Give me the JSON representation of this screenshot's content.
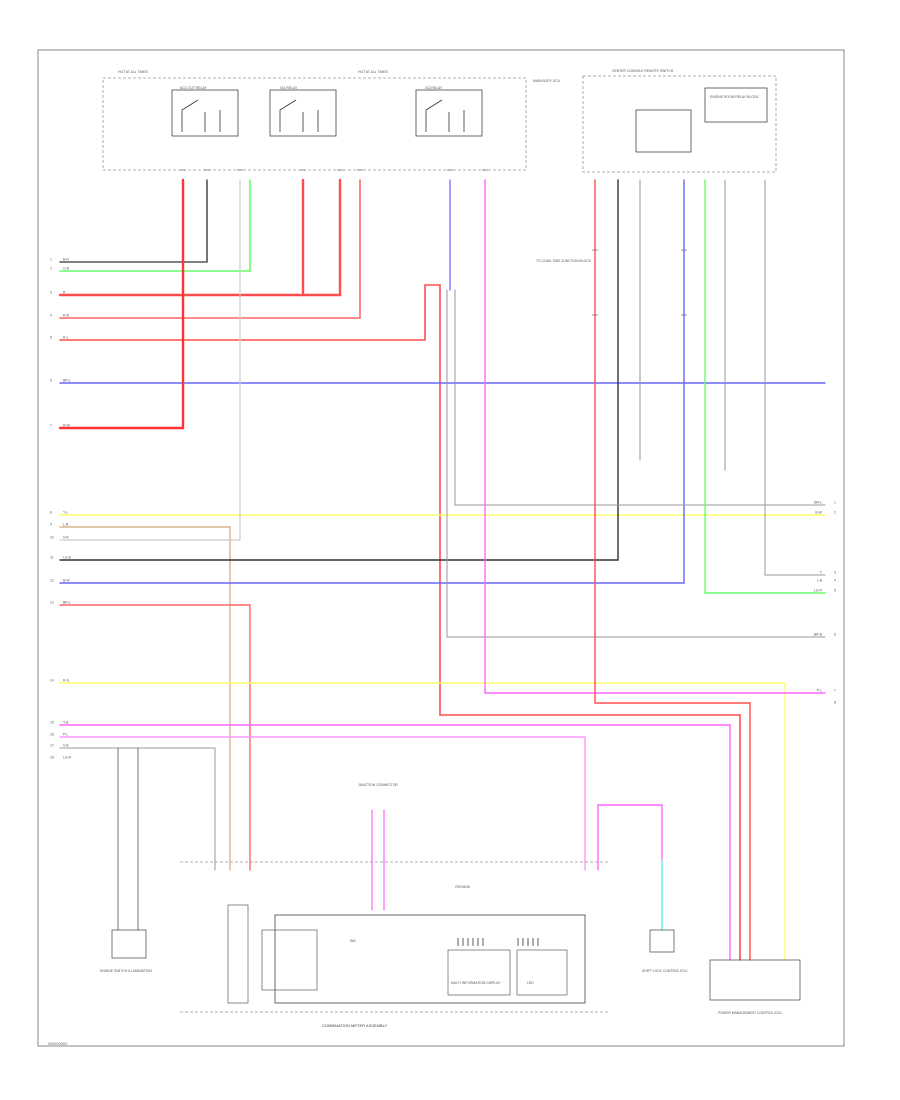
{
  "page": {
    "footer_code": "W0000000"
  },
  "diagram": {
    "top_labels": {
      "hot_at_all_times_left": "HOT AT ALL TIMES",
      "hot_at_all_times_mid": "HOT AT ALL TIMES",
      "relay_1": "ACC CUT RELAY",
      "relay_2": "IG1 RELAY",
      "relay_3": "IG2 RELAY",
      "fuse_block": "MAIN BODY ECU",
      "remote_box": "CENTER CONSOLE REMOTE SWITCH",
      "ecu_box": "ENGINE ROOM RELAY BLOCK",
      "cowl_note": "TO COWL SIDE JUNCTION BLOCK"
    },
    "bottom_labels": {
      "left_component": "ENGINE SWITCH ILLUMINATION",
      "mid_connector": "JUNCTION CONNECTOR",
      "mid_bus": "GROUND",
      "main_assembly": "COMBINATION METER ASSEMBLY",
      "right_small_component": "SHIFT LOCK CONTROL ECU",
      "right_component": "POWER MANAGEMENT CONTROL ECU",
      "meter_block_a": "MULTI INFORMATION DISPLAY",
      "meter_block_b": "LED",
      "meter_block_c": "IND"
    },
    "left_wire_labels": [
      "B-R",
      "G-B",
      "R",
      "R-B",
      "R-L",
      "BR-L",
      "R-W",
      "Y-L",
      "L-B",
      "V-R",
      "LG-B",
      "B-W",
      "BR-L",
      "R-G",
      "Y-B",
      "P-L",
      "V-B",
      "LG-R"
    ],
    "right_wire_labels": [
      "BR-L",
      "B-W",
      "Y",
      "L-B",
      "LG-R",
      "BR-B",
      "P-L"
    ],
    "left_pin_numbers": [
      "1",
      "2",
      "3",
      "4",
      "5",
      "6",
      "7",
      "8",
      "9",
      "10",
      "11",
      "12",
      "13",
      "14",
      "15",
      "16",
      "17",
      "18"
    ],
    "right_pin_numbers": [
      "1",
      "2",
      "3",
      "4",
      "5",
      "6",
      "7",
      "8"
    ],
    "wire_colors": {
      "red": "#ff4d4d",
      "pink": "#ff99cc",
      "magenta": "#ff66ff",
      "blue": "#6666ff",
      "green": "#66ff66",
      "yellow": "#ffff66",
      "gray": "#999999",
      "black": "#333333",
      "cyan": "#66ffff",
      "brown_tan": "#d9b38c"
    }
  }
}
